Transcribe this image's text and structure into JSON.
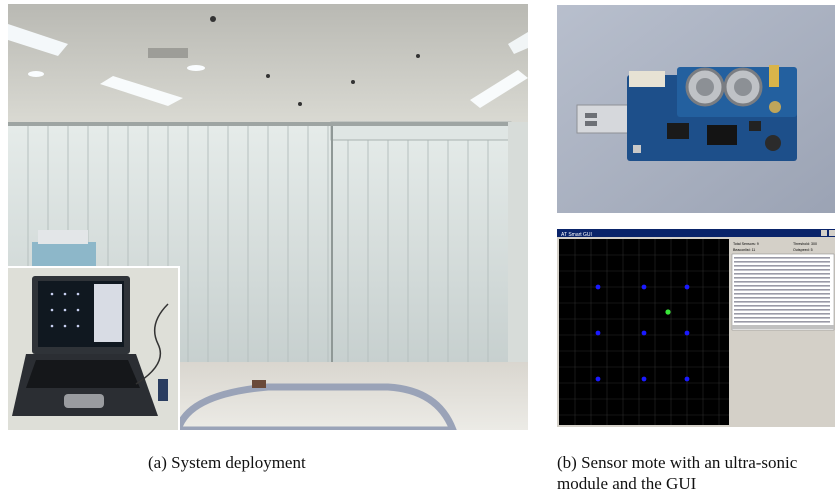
{
  "captions": {
    "a": "(a) System deployment",
    "b": "(b) Sensor mote with an ultra-sonic module and the GUI"
  },
  "gui_window": {
    "title": "AT Smart GUI",
    "panel_heading_left": "Total Sensors: 9",
    "panel_heading_right": "Threshold: 300",
    "panel_sub_left": "Beaconlist: 11",
    "panel_sub_right": "Outspeed: 5",
    "sensor_dot_color": "#1a1aff",
    "active_dot_color": "#39e639",
    "grid_background": "#000000"
  },
  "colors": {
    "laptop_screen_bg": "#101820",
    "pcb_blue": "#1d4f8a"
  }
}
